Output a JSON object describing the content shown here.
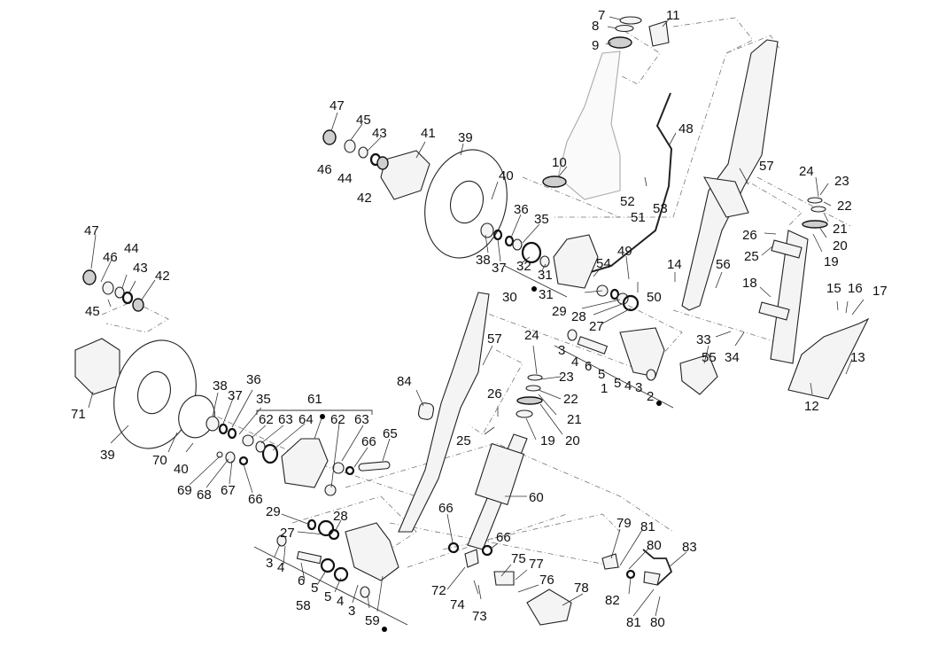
{
  "diagram": {
    "title": "Front suspension / front wheel hub exploded view",
    "line_color": "#222222",
    "background": "#ffffff",
    "labels": [
      {
        "id": "7",
        "text": "7"
      },
      {
        "id": "8",
        "text": "8"
      },
      {
        "id": "9",
        "text": "9"
      },
      {
        "id": "11",
        "text": "11"
      },
      {
        "id": "10",
        "text": "10"
      },
      {
        "id": "48",
        "text": "48"
      },
      {
        "id": "52",
        "text": "52"
      },
      {
        "id": "51",
        "text": "51"
      },
      {
        "id": "53",
        "text": "53"
      },
      {
        "id": "57a",
        "text": "57"
      },
      {
        "id": "47a",
        "text": "47"
      },
      {
        "id": "45a",
        "text": "45"
      },
      {
        "id": "43a",
        "text": "43"
      },
      {
        "id": "41",
        "text": "41"
      },
      {
        "id": "39a",
        "text": "39"
      },
      {
        "id": "46a",
        "text": "46"
      },
      {
        "id": "44a",
        "text": "44"
      },
      {
        "id": "42a",
        "text": "42"
      },
      {
        "id": "40a",
        "text": "40"
      },
      {
        "id": "36a",
        "text": "36"
      },
      {
        "id": "35a",
        "text": "35"
      },
      {
        "id": "38a",
        "text": "38"
      },
      {
        "id": "37a",
        "text": "37"
      },
      {
        "id": "32",
        "text": "32"
      },
      {
        "id": "31a",
        "text": "31"
      },
      {
        "id": "54",
        "text": "54"
      },
      {
        "id": "49",
        "text": "49"
      },
      {
        "id": "50",
        "text": "50"
      },
      {
        "id": "30",
        "text": "30"
      },
      {
        "id": "31b",
        "text": "31"
      },
      {
        "id": "29a",
        "text": "29"
      },
      {
        "id": "28a",
        "text": "28"
      },
      {
        "id": "27a",
        "text": "27"
      },
      {
        "id": "14",
        "text": "14"
      },
      {
        "id": "56",
        "text": "56"
      },
      {
        "id": "24a",
        "text": "24"
      },
      {
        "id": "23a",
        "text": "23"
      },
      {
        "id": "22a",
        "text": "22"
      },
      {
        "id": "21a",
        "text": "21"
      },
      {
        "id": "20a",
        "text": "20"
      },
      {
        "id": "19a",
        "text": "19"
      },
      {
        "id": "26a",
        "text": "26"
      },
      {
        "id": "25a",
        "text": "25"
      },
      {
        "id": "18",
        "text": "18"
      },
      {
        "id": "15",
        "text": "15"
      },
      {
        "id": "16",
        "text": "16"
      },
      {
        "id": "17",
        "text": "17"
      },
      {
        "id": "33",
        "text": "33"
      },
      {
        "id": "34",
        "text": "34"
      },
      {
        "id": "55",
        "text": "55"
      },
      {
        "id": "13",
        "text": "13"
      },
      {
        "id": "12",
        "text": "12"
      },
      {
        "id": "3a",
        "text": "3"
      },
      {
        "id": "4a",
        "text": "4"
      },
      {
        "id": "6a",
        "text": "6"
      },
      {
        "id": "5a",
        "text": "5"
      },
      {
        "id": "5b",
        "text": "5"
      },
      {
        "id": "4b",
        "text": "4"
      },
      {
        "id": "3b",
        "text": "3"
      },
      {
        "id": "1",
        "text": "1"
      },
      {
        "id": "2",
        "text": "2"
      },
      {
        "id": "47b",
        "text": "47"
      },
      {
        "id": "46b",
        "text": "46"
      },
      {
        "id": "44b",
        "text": "44"
      },
      {
        "id": "43b",
        "text": "43"
      },
      {
        "id": "42b",
        "text": "42"
      },
      {
        "id": "45b",
        "text": "45"
      },
      {
        "id": "71",
        "text": "71"
      },
      {
        "id": "39b",
        "text": "39"
      },
      {
        "id": "70",
        "text": "70"
      },
      {
        "id": "40b",
        "text": "40"
      },
      {
        "id": "38b",
        "text": "38"
      },
      {
        "id": "37b",
        "text": "37"
      },
      {
        "id": "36b",
        "text": "36"
      },
      {
        "id": "35b",
        "text": "35"
      },
      {
        "id": "61",
        "text": "61"
      },
      {
        "id": "62a",
        "text": "62"
      },
      {
        "id": "63a",
        "text": "63"
      },
      {
        "id": "64",
        "text": "64"
      },
      {
        "id": "62b",
        "text": "62"
      },
      {
        "id": "63b",
        "text": "63"
      },
      {
        "id": "66a",
        "text": "66"
      },
      {
        "id": "65",
        "text": "65"
      },
      {
        "id": "69",
        "text": "69"
      },
      {
        "id": "68",
        "text": "68"
      },
      {
        "id": "67",
        "text": "67"
      },
      {
        "id": "66b",
        "text": "66"
      },
      {
        "id": "84",
        "text": "84"
      },
      {
        "id": "57b",
        "text": "57"
      },
      {
        "id": "24b",
        "text": "24"
      },
      {
        "id": "23b",
        "text": "23"
      },
      {
        "id": "22b",
        "text": "22"
      },
      {
        "id": "26b",
        "text": "26"
      },
      {
        "id": "21b",
        "text": "21"
      },
      {
        "id": "25b",
        "text": "25"
      },
      {
        "id": "19b",
        "text": "19"
      },
      {
        "id": "20b",
        "text": "20"
      },
      {
        "id": "60",
        "text": "60"
      },
      {
        "id": "29b",
        "text": "29"
      },
      {
        "id": "28b",
        "text": "28"
      },
      {
        "id": "27b",
        "text": "27"
      },
      {
        "id": "3c",
        "text": "3"
      },
      {
        "id": "4c",
        "text": "4"
      },
      {
        "id": "6b",
        "text": "6"
      },
      {
        "id": "5c",
        "text": "5"
      },
      {
        "id": "58",
        "text": "58"
      },
      {
        "id": "5d",
        "text": "5"
      },
      {
        "id": "4d",
        "text": "4"
      },
      {
        "id": "3d",
        "text": "3"
      },
      {
        "id": "59",
        "text": "59"
      },
      {
        "id": "66c",
        "text": "66"
      },
      {
        "id": "66d",
        "text": "66"
      },
      {
        "id": "72",
        "text": "72"
      },
      {
        "id": "74",
        "text": "74"
      },
      {
        "id": "73",
        "text": "73"
      },
      {
        "id": "75",
        "text": "75"
      },
      {
        "id": "77",
        "text": "77"
      },
      {
        "id": "76",
        "text": "76"
      },
      {
        "id": "78",
        "text": "78"
      },
      {
        "id": "79",
        "text": "79"
      },
      {
        "id": "81a",
        "text": "81"
      },
      {
        "id": "80a",
        "text": "80"
      },
      {
        "id": "83",
        "text": "83"
      },
      {
        "id": "82",
        "text": "82"
      },
      {
        "id": "81b",
        "text": "81"
      },
      {
        "id": "80b",
        "text": "80"
      }
    ]
  }
}
